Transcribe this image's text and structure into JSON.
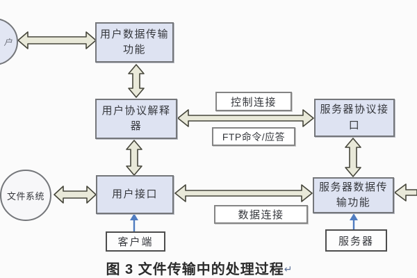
{
  "figure": {
    "caption": "图 3  文件传输中的处理过程",
    "return_mark": "↵"
  },
  "nodes": {
    "user_circle": {
      "label": "户"
    },
    "file_system_circle": {
      "label": "文件系统"
    },
    "user_dtp": {
      "label": "用户数据传输\n功能"
    },
    "user_pi": {
      "label": "用户协议解释\n器"
    },
    "user_interface": {
      "label": "用户接口"
    },
    "server_pi": {
      "label": "服务器协议接\n口"
    },
    "server_dtp": {
      "label": "服务器数据传\n输功能"
    },
    "client": {
      "label": "客户端"
    },
    "server": {
      "label": "服务器"
    }
  },
  "connection_labels": {
    "control_connection": "控制连接",
    "ftp_command_reply": "FTP命令/应答",
    "data_connection": "数据连接"
  },
  "colors": {
    "node_fill": "#dee3f2",
    "node_border": "#74767a",
    "label_box_fill": "#ffffff",
    "label_box_border": "#848484",
    "block_arrow_fill": "#e9e9d9",
    "block_arrow_outline": "#45453a",
    "blue_arrow": "#4f7cc0",
    "text": "#35373c",
    "background": "#fbfbfb"
  }
}
